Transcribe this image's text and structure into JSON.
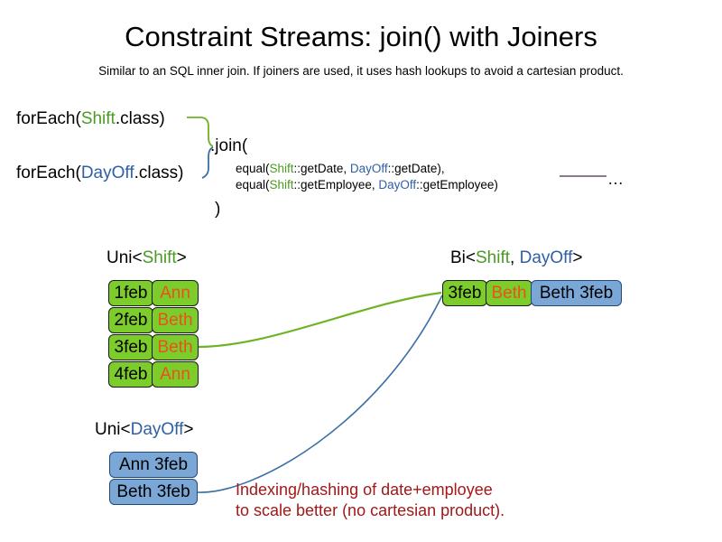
{
  "header": {
    "title": "Constraint Streams: join() with Joiners",
    "subtitle": "Similar to an SQL inner join. If joiners are used, it uses hash lookups to avoid a cartesian product."
  },
  "code": {
    "for_each_shift": {
      "prefix": "forEach(",
      "type": "Shift",
      "suffix": ".class)"
    },
    "for_each_dayoff": {
      "prefix": "forEach(",
      "type": "DayOff",
      "suffix": ".class)"
    },
    "join_open": ".join(",
    "join_close": ")",
    "equal_date": {
      "prefix": "equal(",
      "left_type": "Shift",
      "left_method": "::getDate, ",
      "right_type": "DayOff",
      "right_method": "::getDate),"
    },
    "equal_employee": {
      "prefix": "equal(",
      "left_type": "Shift",
      "left_method": "::getEmployee, ",
      "right_type": "DayOff",
      "right_method": "::getEmployee)"
    },
    "ellipsis": "…"
  },
  "groups": {
    "uni_shift": {
      "header_prefix": "Uni<",
      "header_type": "Shift",
      "header_suffix": ">",
      "rows": [
        {
          "date": "1feb",
          "employee": "Ann"
        },
        {
          "date": "2feb",
          "employee": "Beth"
        },
        {
          "date": "3feb",
          "employee": "Beth"
        },
        {
          "date": "4feb",
          "employee": "Ann"
        }
      ]
    },
    "uni_dayoff": {
      "header_prefix": "Uni<",
      "header_type": "DayOff",
      "header_suffix": ">",
      "rows": [
        {
          "label": "Ann 3feb"
        },
        {
          "label": "Beth 3feb"
        }
      ]
    },
    "bi": {
      "header_prefix": "Bi<",
      "header_type_a": "Shift",
      "header_separator": ", ",
      "header_type_b": "DayOff",
      "header_suffix": ">",
      "rows": [
        {
          "date": "3feb",
          "employee": "Beth",
          "dayoff": "Beth 3feb"
        }
      ]
    }
  },
  "caption": {
    "line1": "Indexing/hashing of date+employee",
    "line2": "to scale better (no cartesian product)."
  },
  "colors": {
    "shift_green": "#4a9a23",
    "dayoff_blue": "#2f5fa5",
    "box_green_fill": "#7ccc2b",
    "box_blue_fill": "#7ba7d7",
    "employee_orange": "#e8531c",
    "caption_red": "#a31818",
    "connector_green": "#6fb224",
    "connector_blue": "#3b6ea5",
    "rule_purple": "#6a4a6a"
  }
}
